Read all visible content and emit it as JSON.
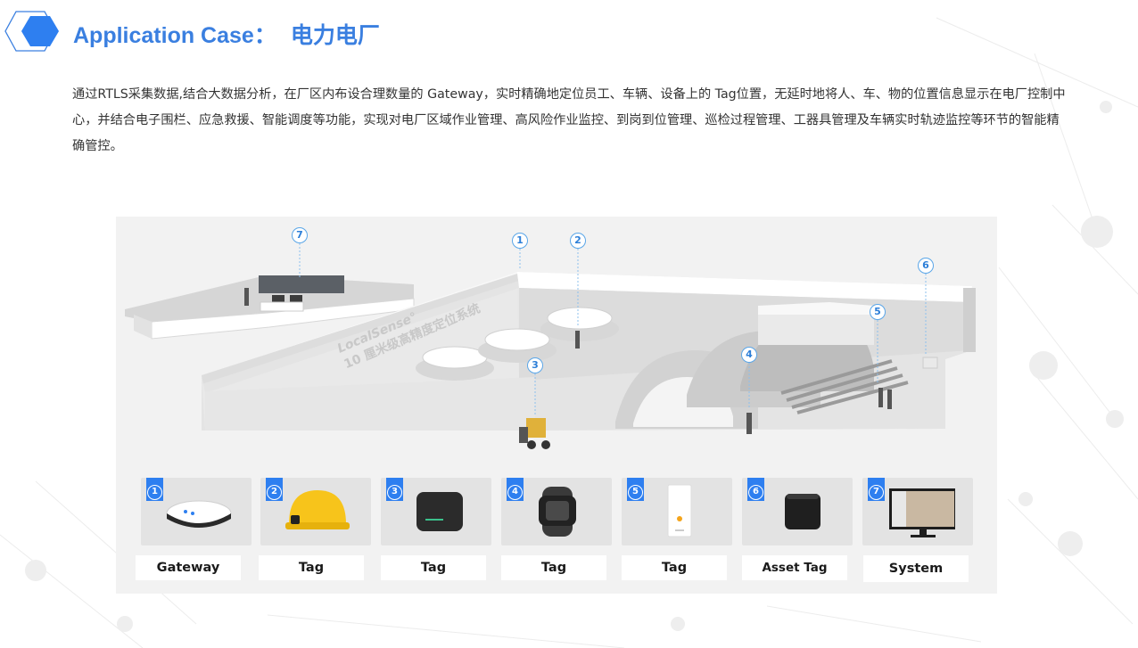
{
  "header": {
    "title_en": "Application Case：",
    "title_zh": "电力电厂",
    "hex_icon": "hexagon-icon"
  },
  "intro": {
    "text": "通过RTLS采集数据,结合大数据分析，在厂区内布设合理数量的 Gateway，实时精确地定位员工、车辆、设备上的 Tag位置，无延时地将人、车、物的位置信息显示在电厂控制中心，并结合电子围栏、应急救援、智能调度等功能，实现对电厂区域作业管理、高风险作业监控、到岗到位管理、巡检过程管理、工器具管理及车辆实时轨迹监控等环节的智能精确管控。"
  },
  "scene": {
    "wall_brand": "LocalSense°",
    "wall_slogan": "10 厘米级高精度定位系统",
    "callouts": [
      "1",
      "2",
      "3",
      "4",
      "5",
      "6",
      "7"
    ]
  },
  "devices": [
    {
      "num": "1",
      "label": "Gateway",
      "icon": "gateway-device-icon"
    },
    {
      "num": "2",
      "label": "Tag",
      "icon": "helmet-tag-icon"
    },
    {
      "num": "3",
      "label": "Tag",
      "icon": "vehicle-tag-icon"
    },
    {
      "num": "4",
      "label": "Tag",
      "icon": "wristband-tag-icon"
    },
    {
      "num": "5",
      "label": "Tag",
      "icon": "badge-card-tag-icon"
    },
    {
      "num": "6",
      "label": "Asset Tag",
      "icon": "asset-tag-icon"
    },
    {
      "num": "7",
      "label": "System",
      "icon": "monitor-system-icon"
    }
  ],
  "colors": {
    "accent": "#3a7fe0",
    "badge": "#2e7ff0",
    "text": "#333333",
    "scene_bg": "#f2f2f2",
    "card_bg": "#e3e3e3"
  }
}
